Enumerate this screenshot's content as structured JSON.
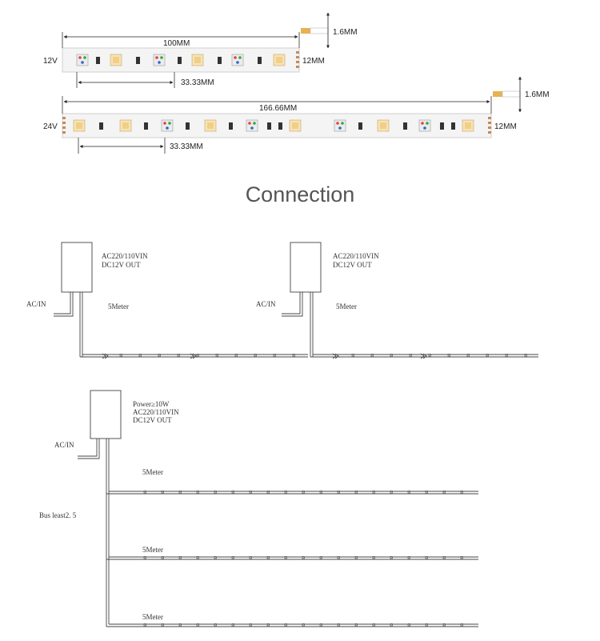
{
  "strip_spec_top": {
    "voltage": "12V",
    "length": "100MM",
    "cut_length": "33.33MM",
    "width": "12MM",
    "thickness": "1.6MM"
  },
  "strip_spec_bottom": {
    "voltage": "24V",
    "length": "166.66MM",
    "cut_length": "33.33MM",
    "width": "12MM",
    "thickness": "1.6MM"
  },
  "section_title": "Connection",
  "diagram_single_a": {
    "input_line1": "AC220/110VIN",
    "input_line2": "DC12V OUT",
    "ac_label": "AC/IN",
    "run_label": "5Meter"
  },
  "diagram_single_b": {
    "input_line1": "AC220/110VIN",
    "input_line2": "DC12V OUT",
    "ac_label": "AC/IN",
    "run_label": "5Meter"
  },
  "diagram_parallel": {
    "power_line": "Power≥10W",
    "input_line1": "AC220/110VIN",
    "input_line2": "DC12V OUT",
    "ac_label": "AC/IN",
    "bus_label": "Bus least2. 5",
    "run_labels": [
      "5Meter",
      "5Meter",
      "5Meter"
    ]
  }
}
